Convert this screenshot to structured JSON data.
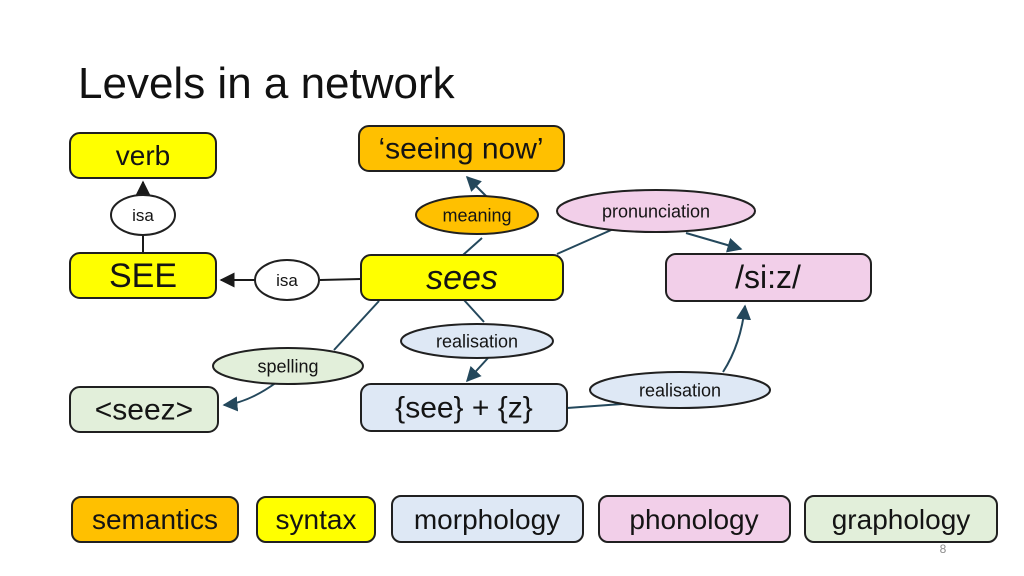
{
  "slide": {
    "title": "Levels in a network",
    "page_number": "8"
  },
  "colors": {
    "yellow": "#FFFF00",
    "orange": "#FFC000",
    "pink": "#F2CFE9",
    "blue": "#DEE8F5",
    "green": "#E2EFDA",
    "white": "#FFFFFF",
    "edge_dark": "#24485C",
    "edge_black": "#1A1A1A"
  },
  "nodes": {
    "verb": {
      "label": "verb"
    },
    "seeing_now": {
      "label": "‘seeing now’"
    },
    "see": {
      "label": "SEE"
    },
    "sees": {
      "label": "sees"
    },
    "si_z": {
      "label": "/si:z/"
    },
    "seez": {
      "label": "<seez>"
    },
    "see_plus_z": {
      "label": "{see} + {z}"
    }
  },
  "relations": {
    "isa_1": {
      "label": "isa"
    },
    "isa_2": {
      "label": "isa"
    },
    "meaning": {
      "label": "meaning"
    },
    "pronunciation": {
      "label": "pronunciation"
    },
    "realisation_1": {
      "label": "realisation"
    },
    "spelling": {
      "label": "spelling"
    },
    "realisation_2": {
      "label": "realisation"
    }
  },
  "legend": [
    {
      "label": "semantics",
      "color": "#FFC000"
    },
    {
      "label": "syntax",
      "color": "#FFFF00"
    },
    {
      "label": "morphology",
      "color": "#DEE8F5"
    },
    {
      "label": "phonology",
      "color": "#F2CFE9"
    },
    {
      "label": "graphology",
      "color": "#E2EFDA"
    }
  ]
}
